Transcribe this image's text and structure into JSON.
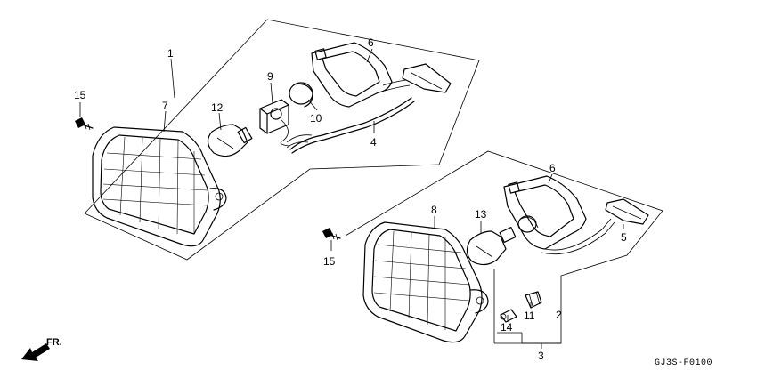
{
  "labels": {
    "l1": "1",
    "l2": "2",
    "l3": "3",
    "l4": "4",
    "l5": "5",
    "l6a": "6",
    "l6b": "6",
    "l7": "7",
    "l8": "8",
    "l9": "9",
    "l10": "10",
    "l11": "11",
    "l12": "12",
    "l13": "13",
    "l14": "14",
    "l15a": "15",
    "l15b": "15"
  },
  "front_arrow": "FR.",
  "diagram_code": "GJ3S-F0100",
  "colors": {
    "ink": "#000000",
    "paper": "#ffffff"
  }
}
